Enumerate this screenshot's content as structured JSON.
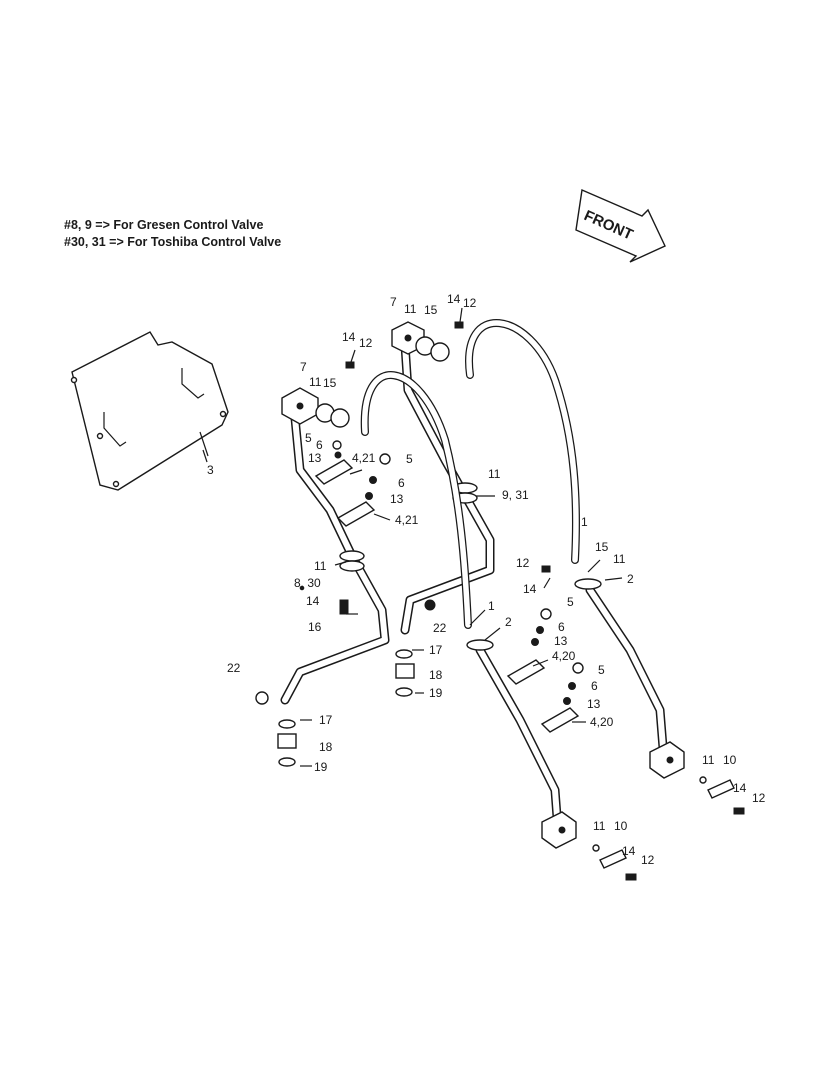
{
  "notes": [
    "#8, 9 => For Gresen Control Valve",
    "#30, 31 => For Toshiba Control Valve"
  ],
  "front_label": "FRONT",
  "callouts": [
    {
      "id": "c-3a",
      "text": "3"
    },
    {
      "id": "c-7a",
      "text": "7"
    },
    {
      "id": "c-11a",
      "text": "11"
    },
    {
      "id": "c-15a",
      "text": "15"
    },
    {
      "id": "c-14a",
      "text": "14"
    },
    {
      "id": "c-12a",
      "text": "12"
    },
    {
      "id": "c-5a",
      "text": "5"
    },
    {
      "id": "c-6a",
      "text": "6"
    },
    {
      "id": "c-13a",
      "text": "13"
    },
    {
      "id": "c-421a",
      "text": "4,21"
    },
    {
      "id": "c-5b",
      "text": "5"
    },
    {
      "id": "c-6b",
      "text": "6"
    },
    {
      "id": "c-13b",
      "text": "13"
    },
    {
      "id": "c-421b",
      "text": "4,21"
    },
    {
      "id": "c-7b",
      "text": "7"
    },
    {
      "id": "c-11b",
      "text": "11"
    },
    {
      "id": "c-15b",
      "text": "15"
    },
    {
      "id": "c-14b",
      "text": "14"
    },
    {
      "id": "c-12b",
      "text": "12"
    },
    {
      "id": "c-11c",
      "text": "11"
    },
    {
      "id": "c-931",
      "text": "9, 31"
    },
    {
      "id": "c-11d",
      "text": "11"
    },
    {
      "id": "c-830",
      "text": "8, 30"
    },
    {
      "id": "c-14c",
      "text": "14"
    },
    {
      "id": "c-16",
      "text": "16"
    },
    {
      "id": "c-1a",
      "text": "1"
    },
    {
      "id": "c-22a",
      "text": "22"
    },
    {
      "id": "c-17a",
      "text": "17"
    },
    {
      "id": "c-18a",
      "text": "18"
    },
    {
      "id": "c-19a",
      "text": "19"
    },
    {
      "id": "c-22b",
      "text": "22"
    },
    {
      "id": "c-17b",
      "text": "17"
    },
    {
      "id": "c-18b",
      "text": "18"
    },
    {
      "id": "c-19b",
      "text": "19"
    },
    {
      "id": "c-1b",
      "text": "1"
    },
    {
      "id": "c-15c",
      "text": "15"
    },
    {
      "id": "c-11e",
      "text": "11"
    },
    {
      "id": "c-2a",
      "text": "2"
    },
    {
      "id": "c-12c",
      "text": "12"
    },
    {
      "id": "c-14d",
      "text": "14"
    },
    {
      "id": "c-5c",
      "text": "5"
    },
    {
      "id": "c-6c",
      "text": "6"
    },
    {
      "id": "c-13c",
      "text": "13"
    },
    {
      "id": "c-420a",
      "text": "4,20"
    },
    {
      "id": "c-5d",
      "text": "5"
    },
    {
      "id": "c-6d",
      "text": "6"
    },
    {
      "id": "c-13d",
      "text": "13"
    },
    {
      "id": "c-420b",
      "text": "4,20"
    },
    {
      "id": "c-2b",
      "text": "2"
    },
    {
      "id": "c-11f",
      "text": "11"
    },
    {
      "id": "c-10a",
      "text": "10"
    },
    {
      "id": "c-14e",
      "text": "14"
    },
    {
      "id": "c-12d",
      "text": "12"
    },
    {
      "id": "c-11g",
      "text": "11"
    },
    {
      "id": "c-10b",
      "text": "10"
    },
    {
      "id": "c-14f",
      "text": "14"
    },
    {
      "id": "c-12e",
      "text": "12"
    }
  ]
}
